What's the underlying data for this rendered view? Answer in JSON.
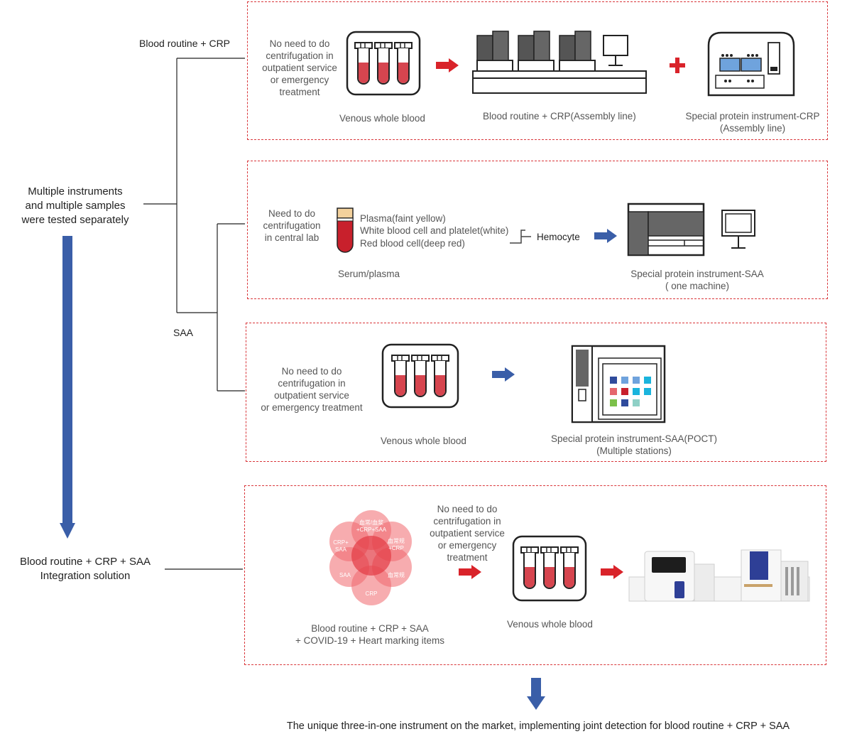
{
  "left": {
    "top_title": "Multiple instruments\nand multiple samples\nwere tested separately",
    "bottom_title": "Blood routine + CRP + SAA\nIntegration solution",
    "branch_crp": "Blood routine + CRP",
    "branch_saa": "SAA"
  },
  "box1": {
    "note": "No need to do\ncentrifugation in\noutpatient service\nor emergency\ntreatment",
    "sample": "Venous whole blood",
    "inst1": "Blood routine + CRP(Assembly line)",
    "inst2": "Special protein instrument-CRP\n(Assembly line)"
  },
  "box2": {
    "note": "Need to do\ncentrifugation\nin central lab",
    "layer1": "Plasma(faint yellow)",
    "layer2": "White blood cell and platelet(white)",
    "layer3": "Red blood cell(deep red)",
    "hemocyte": "Hemocyte",
    "sample": "Serum/plasma",
    "inst": "Special protein instrument-SAA\n( one machine)"
  },
  "box3": {
    "note": "No need to do\ncentrifugation in\noutpatient service\nor emergency treatment",
    "sample": "Venous whole blood",
    "inst": "Special protein instrument-SAA(POCT)\n(Multiple stations)"
  },
  "box4": {
    "note": "No need to do\ncentrifugation in\noutpatient service\nor emergency\ntreatment",
    "sample": "Venous whole blood",
    "items": "Blood routine + CRP + SAA\n+ COVID-19 + Heart marking items",
    "petals": [
      "血常/血浆\n+CRP+SAA",
      "血常规\n+CRP",
      "血常规",
      "CRP",
      "SAA",
      "CRP+\nSAA"
    ]
  },
  "footer": "The unique three-in-one instrument on the market, implementing joint detection for blood routine + CRP + SAA",
  "colors": {
    "dash_red": "#d9373b",
    "arrow_red": "#d9232a",
    "arrow_blue": "#3a5ea8",
    "blood": "#d6454f"
  }
}
